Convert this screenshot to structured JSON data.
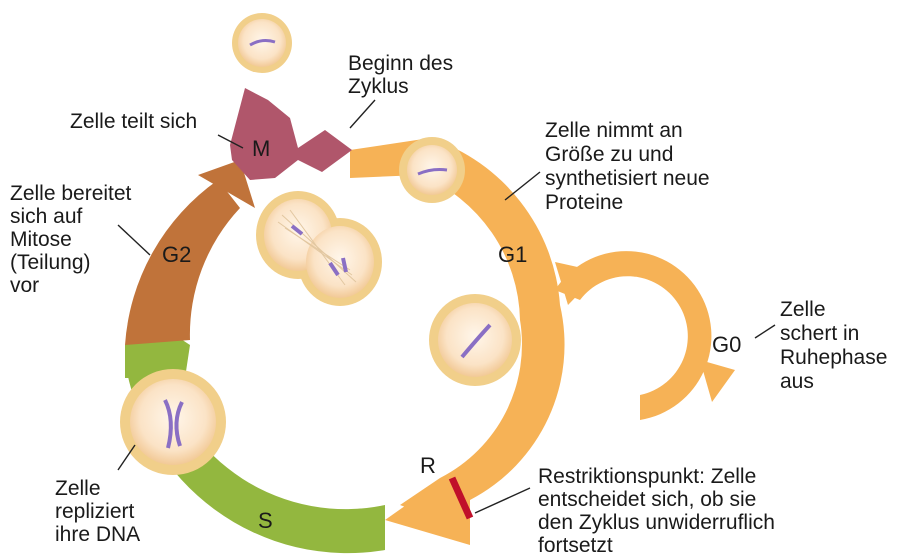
{
  "phases": {
    "m": "M",
    "g1": "G1",
    "g2": "G2",
    "s": "S",
    "g0": "G0",
    "r": "R"
  },
  "labels": {
    "start": [
      "Beginn des",
      "Zyklus"
    ],
    "divides": [
      "Zelle teilt sich"
    ],
    "grows": [
      "Zelle nimmt an",
      "Größe zu und",
      "synthetisiert neue",
      "Proteine"
    ],
    "prepares": [
      "Zelle bereitet",
      "sich auf",
      "Mitose",
      "(Teilung)",
      "vor"
    ],
    "resting": [
      "Zelle",
      "schert in",
      "Ruhephase",
      "aus"
    ],
    "replicates": [
      "Zelle",
      "repliziert",
      "ihre DNA"
    ],
    "restriction": [
      "Restriktionspunkt: Zelle",
      "entscheidet sich, ob sie",
      "den Zyklus unwiderruflich",
      "fortsetzt"
    ]
  },
  "colors": {
    "g1": "#f6b256",
    "g0": "#f6b256",
    "s": "#93b73f",
    "g2": "#c0733a",
    "m": "#b0566b",
    "restriction": "#c0102a",
    "cell_outer": "#f1cf8a",
    "cell_inner": "#fbe8cf",
    "chromosome": "#8a6fc4"
  }
}
